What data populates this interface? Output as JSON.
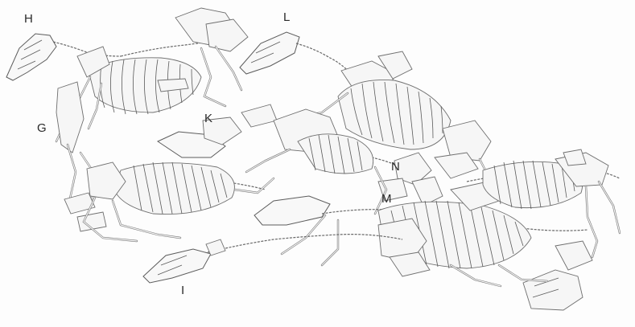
{
  "labels": {
    "H": "H",
    "L": "L",
    "G": "G",
    "K": "K",
    "N": "N",
    "M": "M",
    "I": "I"
  },
  "colors": {
    "background": "#fdfdfd",
    "line": "#6e6e6e"
  }
}
